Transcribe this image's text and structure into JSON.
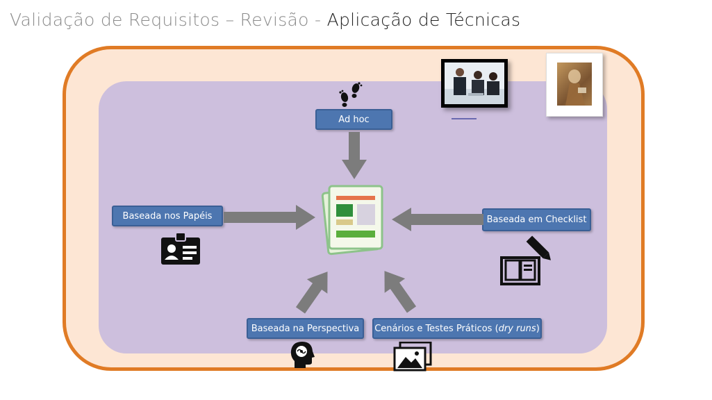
{
  "title": {
    "part1": "Validação de Requisitos – Revisão - ",
    "part2": "Aplicação de Técnicas"
  },
  "techniques": {
    "adhoc": "Ad hoc",
    "papeis": "Baseada nos Papéis",
    "checklist": "Baseada em Checklist",
    "perspectiva": "Baseada na Perspectiva",
    "cenarios_prefix": "Cenários e Testes Práticos (",
    "cenarios_italic": "dry runs",
    "cenarios_suffix": ")"
  },
  "icons": [
    "footprints-icon",
    "id-card-icon",
    "book-pencil-icon",
    "head-brain-icon",
    "pictures-icon",
    "document-icon"
  ],
  "colors": {
    "box_fill": "#4d76b0",
    "outer_border": "#e07b25",
    "outer_fill": "#fde6d4",
    "inner_fill": "#cdbfdd",
    "arrow": "#7c7c7c"
  }
}
